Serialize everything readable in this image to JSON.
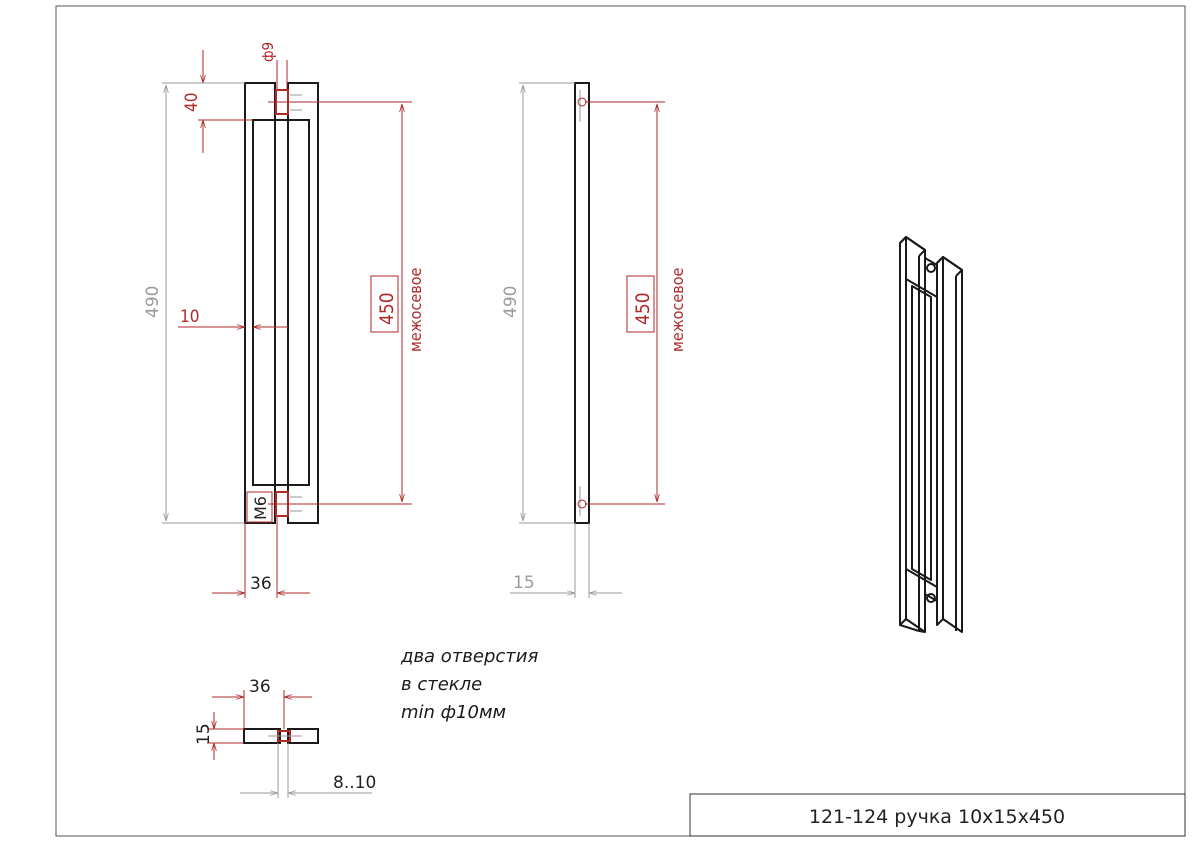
{
  "dimensions": {
    "hole_diameter": "ф9",
    "top_offset": "40",
    "total_length": "490",
    "center_distance": "450",
    "center_distance_label": "межосевое",
    "bar_thickness": "10",
    "thread": "М6",
    "depth": "36",
    "side_thickness": "15",
    "section_depth": "36",
    "section_height": "15",
    "glass_range": "8..10"
  },
  "side_view": {
    "total_length": "490",
    "center_distance": "450",
    "center_distance_label": "межосевое",
    "thickness": "15"
  },
  "note": {
    "line1": "два отверстия",
    "line2": "в стекле",
    "line3": "min ф10мм"
  },
  "title_block": {
    "text": "121-124  ручка 10х15х450"
  },
  "colors": {
    "dimension_red": "#b02a2a",
    "dimension_gray": "#9a9a9a",
    "outline": "#1a1a1a"
  }
}
